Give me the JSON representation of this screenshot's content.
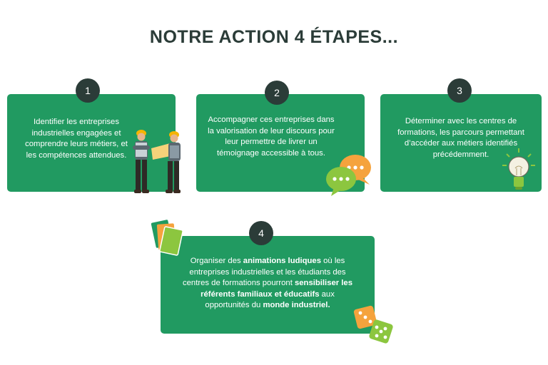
{
  "title": "NOTRE ACTION 4 ÉTAPES...",
  "colors": {
    "card": "#219a61",
    "badge": "#2b3c38",
    "title": "#2b3c38",
    "accent_lime": "#8cc63f",
    "accent_orange": "#f5a33d"
  },
  "steps": [
    {
      "number": "1",
      "text": "Identifier les entreprises industrielles engagées et comprendre leurs métiers, et les compétences attendues.",
      "icon": "workers-icon"
    },
    {
      "number": "2",
      "text": "Accompagner ces entreprises dans la valorisation de leur discours pour leur permettre de livrer un témoignage accessible à tous.",
      "icon": "chat-bubbles-icon"
    },
    {
      "number": "3",
      "text": "Déterminer avec les centres de formations, les parcours permettant d’accéder aux métiers identifiés précédemment.",
      "icon": "lightbulb-icon"
    },
    {
      "number": "4",
      "text_parts": [
        {
          "t": "Organiser des ",
          "b": false
        },
        {
          "t": "animations ludiques",
          "b": true
        },
        {
          "t": " où les entreprises industrielles et les étudiants des centres de formations pourront ",
          "b": false
        },
        {
          "t": "sensibiliser les référents familiaux et éducatifs",
          "b": true
        },
        {
          "t": " aux opportunités du ",
          "b": false
        },
        {
          "t": "monde industriel.",
          "b": true
        }
      ],
      "icons": [
        "cards-icon",
        "dice-icon"
      ]
    }
  ]
}
